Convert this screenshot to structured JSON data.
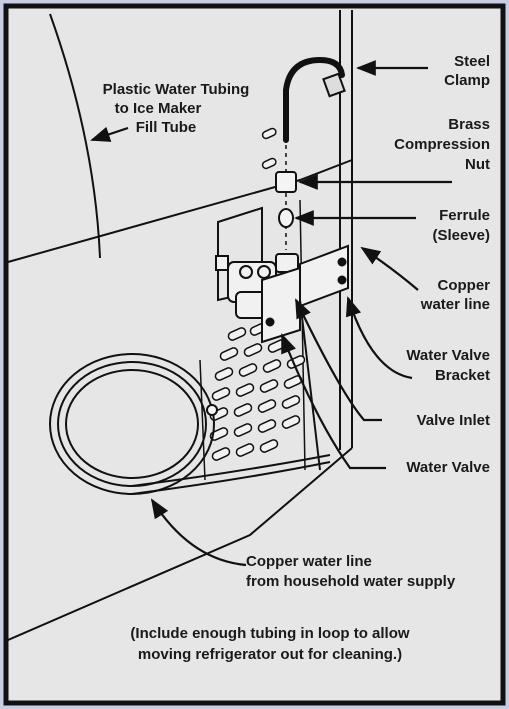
{
  "labels": {
    "plastic_tubing": [
      "Plastic Water Tubing",
      "to Ice Maker",
      "Fill Tube"
    ],
    "steel_clamp": [
      "Steel",
      "Clamp"
    ],
    "brass_nut": [
      "Brass",
      "Compression",
      "Nut"
    ],
    "ferrule": [
      "Ferrule",
      "(Sleeve)"
    ],
    "copper_line_right": [
      "Copper",
      "water line"
    ],
    "valve_bracket": [
      "Water Valve",
      "Bracket"
    ],
    "valve_inlet": "Valve Inlet",
    "water_valve": "Water Valve",
    "copper_supply": [
      "Copper water line",
      "from household water supply"
    ]
  },
  "note": [
    "(Include enough tubing in loop to allow",
    "moving refrigerator out for cleaning.)"
  ],
  "colors": {
    "background": "#c9cde3",
    "panel": "#e6e6e6",
    "ink": "#111111"
  }
}
